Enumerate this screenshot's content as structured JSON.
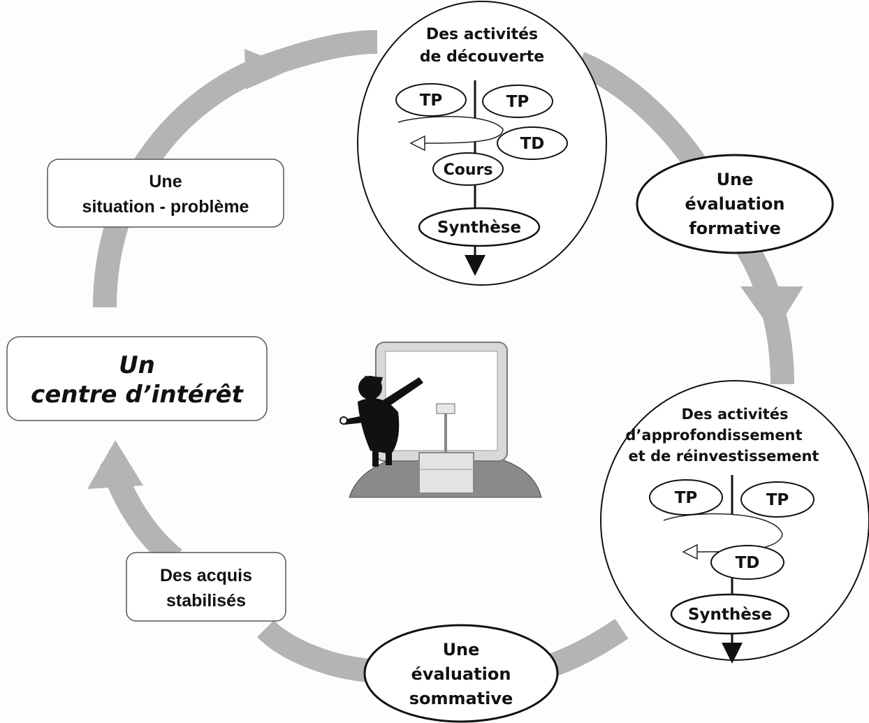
{
  "center_of_interest": {
    "line1": "Un",
    "line2": "centre d’intérêt"
  },
  "situation_problem": {
    "line1": "Une",
    "line2": "situation - problème"
  },
  "discovery": {
    "title_line1": "Des activités",
    "title_line2": "de découverte",
    "tp_left": "TP",
    "tp_right": "TP",
    "td": "TD",
    "cours": "Cours",
    "synthese": "Synthèse"
  },
  "formative": {
    "line1": "Une",
    "line2": "évaluation",
    "line3": "formative"
  },
  "deepening": {
    "title_line1": "Des activités",
    "title_line2": "d’approfondissement",
    "title_line3": "et de  réinvestissement",
    "tp_left": "TP",
    "tp_right": "TP",
    "td": "TD",
    "synthese": "Synthèse"
  },
  "summative": {
    "line1": "Une",
    "line2": "évaluation",
    "line3": "sommative"
  },
  "acquired": {
    "line1": "Des acquis",
    "line2": "stabilisés"
  },
  "colors": {
    "cycle_arrow": "#b4b4b4",
    "stroke": "#111111",
    "background": "#fdfdfd"
  },
  "icons": [
    "teacher-at-board-icon"
  ]
}
